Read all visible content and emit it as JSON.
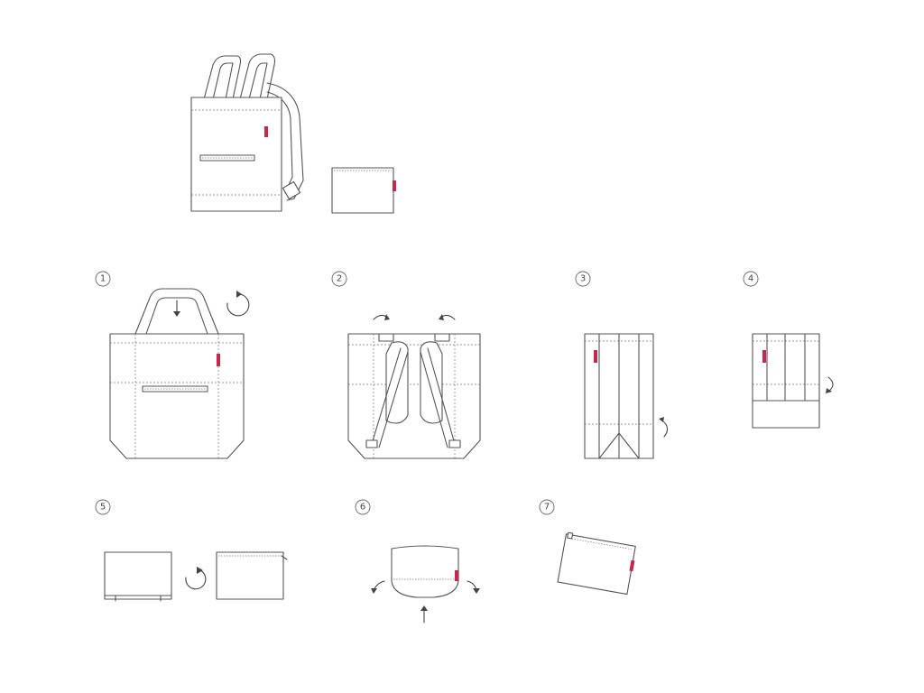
{
  "steps": [
    {
      "number": "1"
    },
    {
      "number": "2"
    },
    {
      "number": "3"
    },
    {
      "number": "4"
    },
    {
      "number": "5"
    },
    {
      "number": "6"
    },
    {
      "number": "7"
    }
  ],
  "colors": {
    "line": "#555555",
    "brand_tag": "#c8264b",
    "background": "#ffffff"
  }
}
